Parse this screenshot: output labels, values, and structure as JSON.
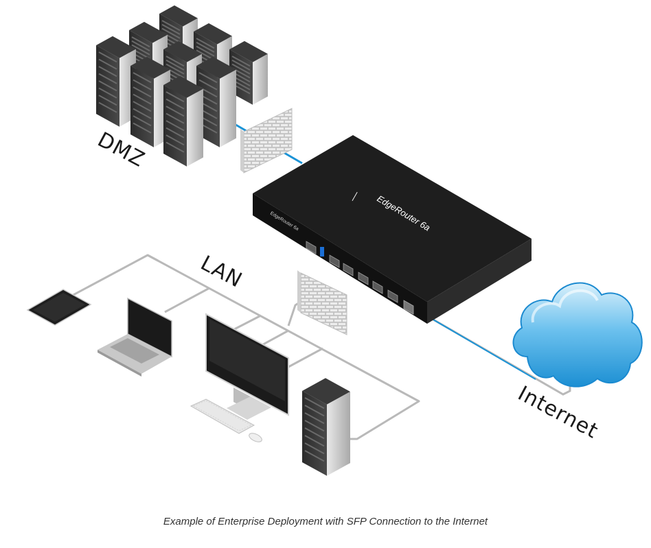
{
  "labels": {
    "dmz": "DMZ",
    "lan": "LAN",
    "internet": "Internet"
  },
  "router": {
    "brand_name": "EdgeRouter 6a"
  },
  "caption": "Example of Enterprise Deployment with SFP Connection to the Internet",
  "colors": {
    "accent_link": "#1b93d6",
    "cloud_blue": "#3aa6e3",
    "router_body": "#1b1b1b",
    "cable_gray": "#b8b8b8"
  },
  "icons": {
    "router": "edgerouter-icon",
    "firewall": "firewall-icon",
    "cloud": "cloud-icon",
    "server": "server-rack-icon",
    "tablet": "tablet-icon",
    "laptop": "laptop-icon",
    "desktop": "desktop-monitor-icon"
  }
}
